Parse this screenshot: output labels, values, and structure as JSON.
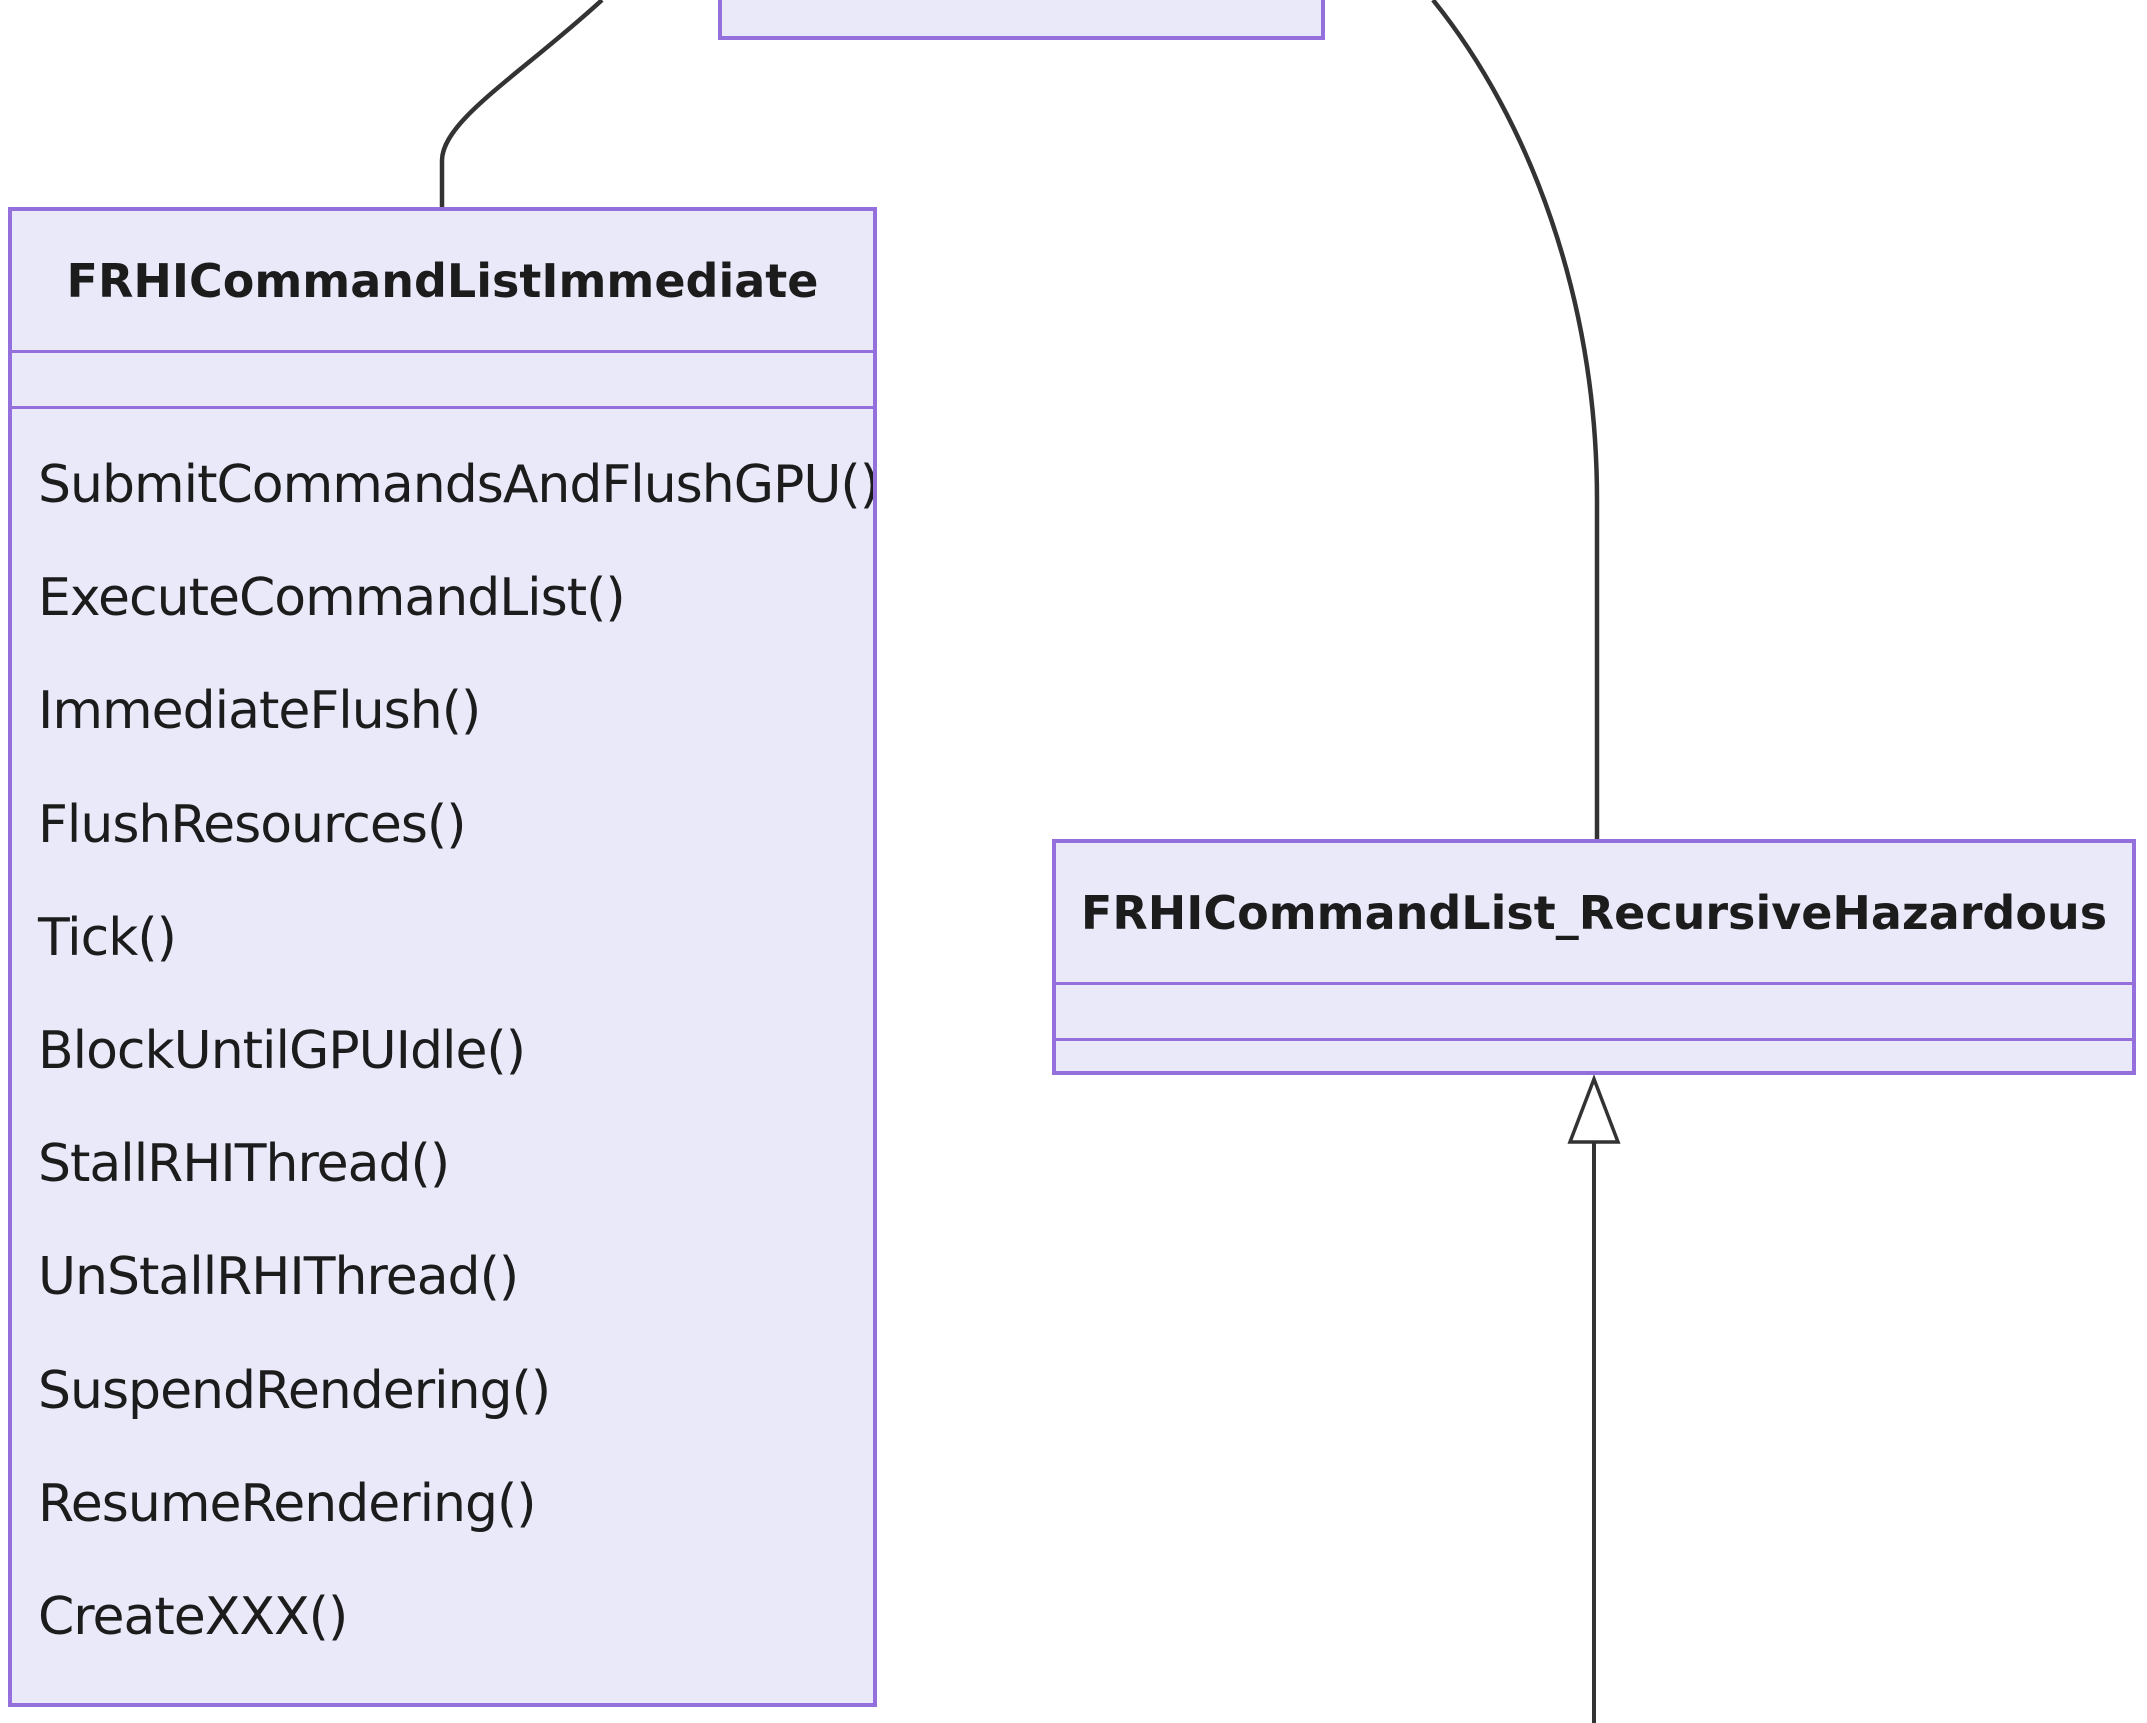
{
  "diagram": {
    "kind": "uml-class-diagram",
    "colors": {
      "background": "#FFFFFF",
      "class_fill": "#E9E9FA",
      "class_border": "#9370DB",
      "edge_stroke": "#333333",
      "text": "#1c1c1c",
      "arrowhead_fill": "#FFFFFF"
    },
    "classes": {
      "top_partial": {
        "title": "",
        "note": ""
      },
      "immediate": {
        "title": "FRHICommandListImmediate",
        "attributes": [],
        "methods": [
          "SubmitCommandsAndFlushGPU()",
          "ExecuteCommandList()",
          "ImmediateFlush()",
          "FlushResources()",
          "Tick()",
          "BlockUntilGPUIdle()",
          "StallRHIThread()",
          "UnStallRHIThread()",
          "SuspendRendering()",
          "ResumeRendering()",
          "CreateXXX()"
        ]
      },
      "recursive_hazardous": {
        "title": "FRHICommandList_RecursiveHazardous",
        "attributes": [],
        "methods": []
      }
    },
    "edges": [
      {
        "id": "edge-left-curve",
        "from": "offscreen-top",
        "to": "FRHICommandListImmediate",
        "style": "curve",
        "marker": "none"
      },
      {
        "id": "edge-right-curve",
        "from": "offscreen-top",
        "to": "FRHICommandList_RecursiveHazardous",
        "style": "curve",
        "marker": "none"
      },
      {
        "id": "edge-bottom-inheritance",
        "from": "offscreen-bottom",
        "to": "FRHICommandList_RecursiveHazardous",
        "style": "straight",
        "marker": "hollow-triangle"
      }
    ]
  }
}
